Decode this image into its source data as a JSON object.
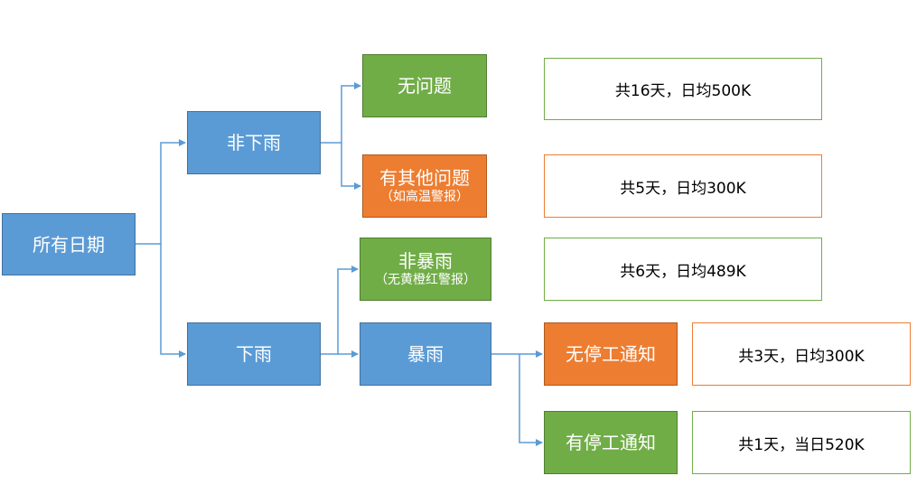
{
  "colors": {
    "blue": "#5b9bd5",
    "green": "#70ad47",
    "orange": "#ed7d31",
    "connector": "#5b9bd5"
  },
  "nodes": {
    "root": "所有日期",
    "no_rain": "非下雨",
    "rain": "下雨",
    "no_problem": "无问题",
    "other_problem": "有其他问题",
    "other_problem_note": "（如高温警报）",
    "non_storm": "非暴雨",
    "non_storm_note": "（无黄橙红警报）",
    "storm": "暴雨",
    "no_shutdown": "无停工通知",
    "shutdown": "有停工通知"
  },
  "results": {
    "no_problem": "共16天，日均500K",
    "other_problem": "共5天，日均300K",
    "non_storm": "共6天，日均489K",
    "no_shutdown": "共3天，日均300K",
    "shutdown": "共1天，当日520K"
  }
}
